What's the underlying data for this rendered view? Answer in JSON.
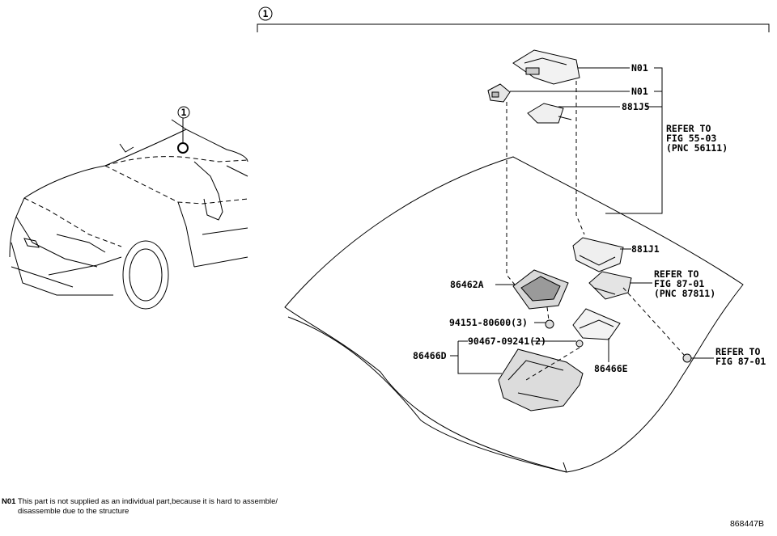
{
  "callouts": {
    "group": "1",
    "vehicle": "1"
  },
  "labels": {
    "n01_top": "N01",
    "n01_mid": "N01",
    "p881j5": "881J5",
    "p881j1": "881J1",
    "p86462a": "86462A",
    "p94151": "94151-80600(3)",
    "p90467": "90467-09241(2)",
    "p86466d": "86466D",
    "p86466e": "86466E"
  },
  "refs": {
    "ref1": {
      "l1": "REFER TO",
      "l2": "FIG 55-03",
      "l3": "(PNC 56111)"
    },
    "ref2": {
      "l1": "REFER TO",
      "l2": "FIG 87-01",
      "l3": "(PNC 87811)"
    },
    "ref3": {
      "l1": "REFER TO",
      "l2": "FIG 87-01"
    }
  },
  "footnote": {
    "code": "N01",
    "line1": "This part is not supplied as an individual part,because it is hard to assemble/",
    "line2": "disassemble due to the structure"
  },
  "figure_id": "868447B"
}
